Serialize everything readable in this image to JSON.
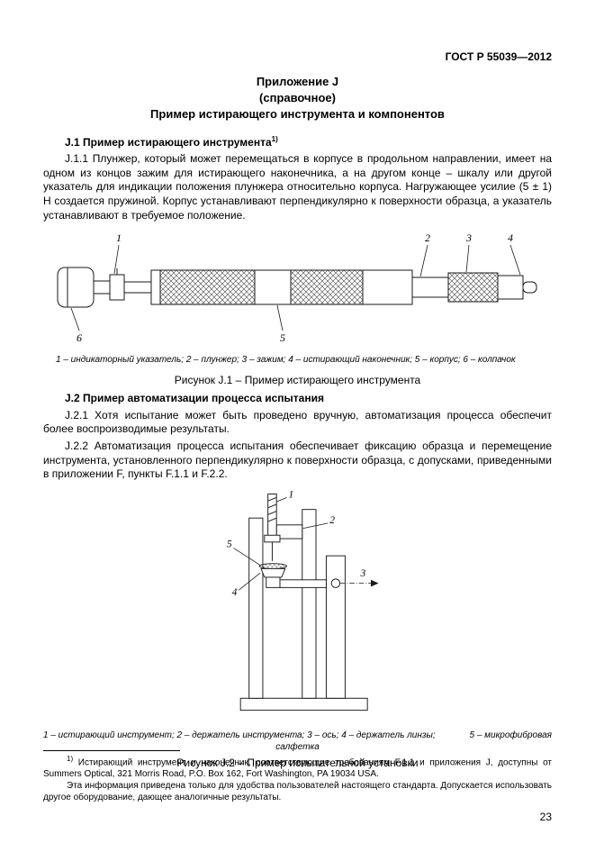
{
  "header": {
    "doc_number": "ГОСТ Р 55039—2012"
  },
  "title": {
    "line1": "Приложение J",
    "line2": "(справочное)",
    "line3": "Пример истирающего инструмента и компонентов"
  },
  "section_j1": {
    "heading": "J.1 Пример истирающего инструмента",
    "heading_sup": "1)",
    "p1": "J.1.1 Плунжер, который может перемещаться в корпусе в продольном направлении, имеет на одном из концов зажим для истирающего наконечника, а на другом конце – шкалу или другой указатель для индикации положения плунжера относительно корпуса. Нагружающее усилие (5 ± 1) Н создается пружиной. Корпус устанавливают перпендикулярно к поверхности образца, а указатель устанавливают в требуемое положение."
  },
  "figure_j1": {
    "callouts": {
      "c1": "1",
      "c2": "2",
      "c3": "3",
      "c4": "4",
      "c5": "5",
      "c6": "6"
    },
    "legend": "1 – индикаторный указатель; 2 – плунжер; 3 – зажим; 4 – истирающий наконечник; 5 – корпус; 6 – колпачок",
    "caption": "Рисунок J.1 – Пример истирающего инструмента"
  },
  "section_j2": {
    "heading": "J.2 Пример автоматизации процесса испытания",
    "p1": "J.2.1 Хотя испытание может быть проведено вручную, автоматизация процесса обеспечит более воспроизводимые результаты.",
    "p2": "J.2.2 Автоматизация процесса испытания обеспечивает фиксацию образца и перемещение инструмента, установленного перпендикулярно к поверхности образца, с допусками, приведенными в приложении F, пункты F.1.1 и F.2.2."
  },
  "figure_j2": {
    "callouts": {
      "c1": "1",
      "c2": "2",
      "c3": "3",
      "c4": "4",
      "c5": "5"
    },
    "legend_left": "1 – истирающий инструмент; 2 – держатель инструмента; 3 – ось; 4 – держатель линзы;",
    "legend_right": "5 – микрофибровая",
    "legend_cont": "салфетка",
    "caption": "Рисунок J.2 – Пример испытательной установки"
  },
  "footnote": {
    "marker": "1)",
    "text1": " Истирающий инструмент и наконечник, соответствующие требованиям F.1.1 и приложения J, доступны от Summers Optical, 321 Morris Road, P.O. Box 162, Fort Washington, PA 19034 USA.",
    "text2": "Эта информация приведена только для удобства пользователей настоящего стандарта. Допускается использовать другое оборудование, дающее аналогичные результаты."
  },
  "page_number": "23"
}
